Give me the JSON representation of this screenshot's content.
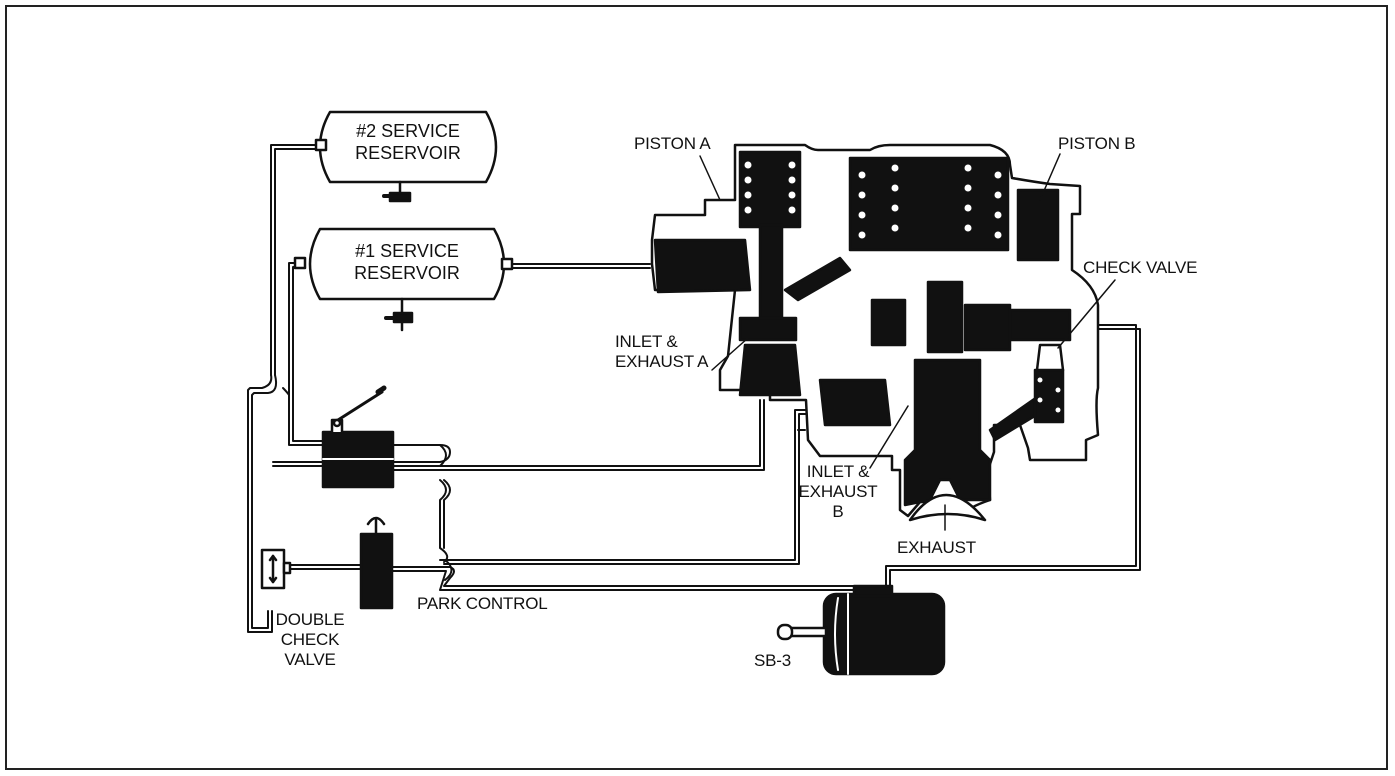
{
  "labels": {
    "reservoir2_line1": "#2 SERVICE",
    "reservoir2_line2": "RESERVOIR",
    "reservoir1_line1": "#1 SERVICE",
    "reservoir1_line2": "RESERVOIR",
    "piston_a": "PISTON A",
    "piston_b": "PISTON B",
    "check_valve": "CHECK VALVE",
    "inlet_exhaust_a_line1": "INLET &",
    "inlet_exhaust_a_line2": "EXHAUST A",
    "inlet_exhaust_b_line1": "INLET &",
    "inlet_exhaust_b_line2": "EXHAUST",
    "inlet_exhaust_b_line3": "B",
    "exhaust": "EXHAUST",
    "park_control": "PARK CONTROL",
    "double_check_line1": "DOUBLE",
    "double_check_line2": "CHECK",
    "double_check_line3": "VALVE",
    "sb3": "SB-3"
  },
  "colors": {
    "ink": "#111111",
    "paper": "#ffffff",
    "frame": "#222222"
  }
}
